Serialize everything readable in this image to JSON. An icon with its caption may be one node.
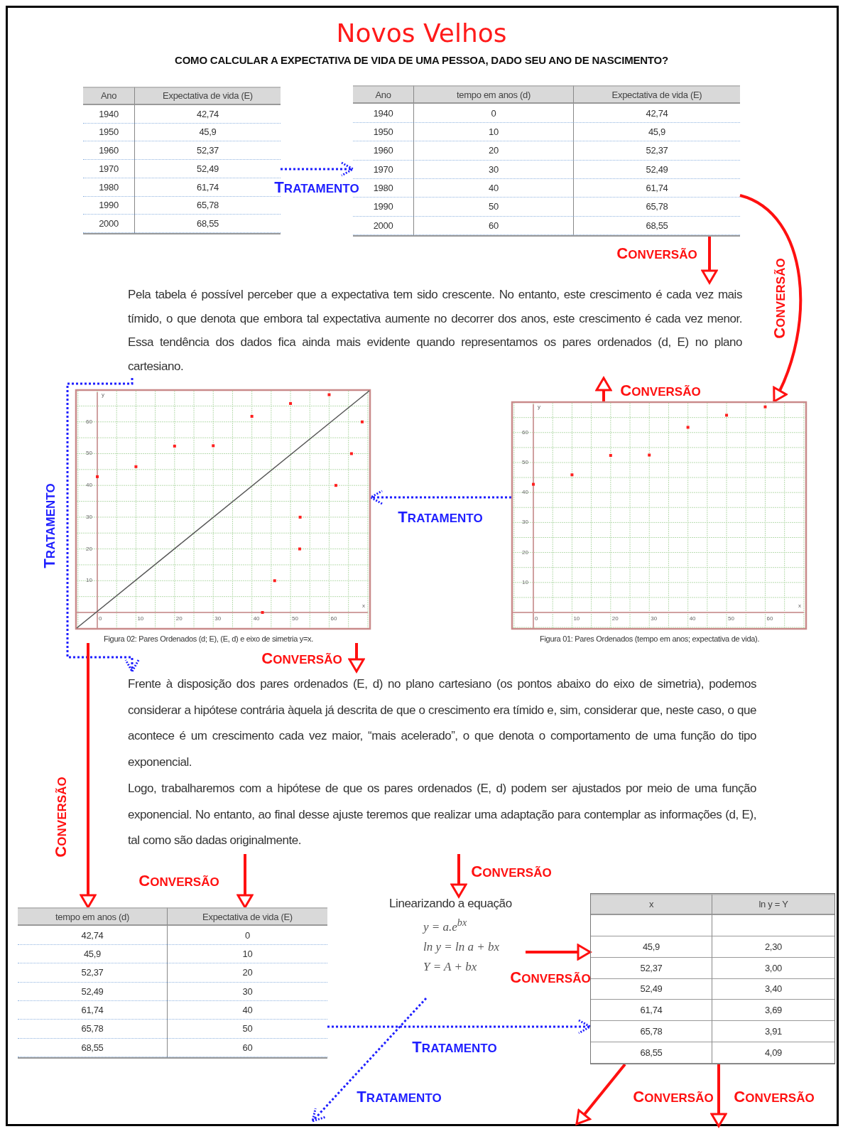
{
  "diagram": {
    "title": "Novos Velhos",
    "nodes": [
      {
        "text": [
          "Ano",
          "Expectativa de vida (E)",
          "1940",
          "42,74",
          "1950",
          "45,9",
          "1960",
          "52,37",
          "1970",
          "52,49",
          "1980",
          "61,74",
          "1990",
          "65,78",
          "2000",
          "68,55"
        ]
      },
      {
        "text": [
          "Ano",
          "tempo em anos (d)",
          "Expectativa de vida (E)",
          "1940",
          "0",
          "42,74",
          "1950",
          "10",
          "45,9",
          "1960",
          "20",
          "52,37",
          "1970",
          "30",
          "52,49",
          "1980",
          "40",
          "61,74",
          "1990",
          "50",
          "65,78",
          "2000",
          "60",
          "68,55"
        ]
      },
      {
        "text": [
          "Pela tabela é possível perceber que a expectativa tem sido crescente. No entanto, este crescimento é cada vez mais tímido, o que denota que embora tal expectativa aumente no decorrer dos anos, este crescimento é cada vez menor. Essa tendência dos dados fica ainda mais evidente quando representamos os pares ordenados (d, E) no plano cartesiano."
        ]
      },
      {
        "text": [
          "Figura 02: Pares Ordenados (d; E), (E, d) e eixo de simetria y=x."
        ]
      },
      {
        "text": [
          "Figura 01: Pares Ordenados (tempo em anos; expectativa de vida)."
        ]
      },
      {
        "text": [
          "Frente à disposição dos pares ordenados (E, d) no plano cartesiano (os pontos abaixo do eixo de simetria), podemos considerar a hipótese contrária àquela já descrita de que o crescimento era tímido e, sim, considerar que, neste caso, o que acontece é um crescimento cada vez maior, “mais acelerado”, o que denota o comportamento de uma função do tipo exponencial."
        ]
      },
      {
        "text": [
          "Logo, trabalharemos com a hipótese de que os pares ordenados (E, d) podem ser ajustados por meio de uma função exponencial. No entanto, ao final desse ajuste teremos que realizar uma adaptação para contemplar as informações (d, E), tal como são dadas originalmente."
        ]
      },
      {
        "text": [
          "tempo em anos (d)",
          "Expectativa de vida (E)",
          "42,74",
          "0",
          "45,9",
          "10",
          "52,37",
          "20",
          "52,49",
          "30",
          "61,74",
          "40",
          "65,78",
          "50",
          "68,55",
          "60"
        ]
      },
      {
        "text": [
          "Linearizando a equação",
          "y = a.e$^{bx}$",
          "ln y = ln a + bx",
          "Y = A + bx"
        ]
      },
      {
        "text": [
          "x",
          "ln y = Y",
          "45,9",
          "2,30",
          "52,37",
          "3,00",
          "52,49",
          "3,40",
          "61,74",
          "3,69",
          "65,78",
          "3,91",
          "68,55",
          "4,09"
        ]
      }
    ],
    "edges": [
      {
        "from": 0,
        "to": 1,
        "arrow": "to",
        "label": "TRATAMENTO",
        "style": "dashed",
        "color": "#1f1fff"
      },
      {
        "from": 1,
        "to": 2,
        "arrow": "to",
        "label": "CONVERSÃO"
      },
      {
        "from": 1,
        "to": 4,
        "arrow": "to",
        "label": "CONVERSÃO"
      },
      {
        "from": 4,
        "to": 2,
        "arrow": "to",
        "label": "CONVERSÃO"
      },
      {
        "from": 4,
        "to": 3,
        "arrow": "to",
        "label": "TRATAMENTO",
        "style": "dashed",
        "color": "#1f1fff"
      },
      {
        "from": 3,
        "to": 5,
        "arrow": "to",
        "label": "CONVERSÃO"
      },
      {
        "from": 2,
        "to": 5,
        "arrow": "to",
        "label": "TRATAMENTO",
        "style": "dashed",
        "color": "#1f1fff"
      },
      {
        "from": 3,
        "to": 7,
        "arrow": "to",
        "label": "CONVERSÃO"
      },
      {
        "from": 6,
        "to": 7,
        "arrow": "to",
        "label": "CONVERSÃO"
      },
      {
        "from": 6,
        "to": 8,
        "arrow": "to",
        "label": "CONVERSÃO"
      },
      {
        "from": 8,
        "to": 9,
        "arrow": "to",
        "label": "CONVERSÃO"
      },
      {
        "from": 7,
        "to": 9,
        "arrow": "to",
        "label": "TRATAMENTO",
        "style": "dashed",
        "color": "#1f1fff"
      },
      {
        "from": 8,
        "to": null,
        "arrow": "to",
        "label": "TRATAMENTO",
        "style": "dashed",
        "color": "#1f1fff"
      },
      {
        "from": 9,
        "to": null,
        "arrow": "to",
        "label": "CONVERSÃO"
      },
      {
        "from": 9,
        "to": null,
        "arrow": "to",
        "label": "CONVERSÃO"
      }
    ],
    "labels": [
      "COMO CALCULAR A EXPECTATIVA DE VIDA DE UMA PESSOA, DADO SEU ANO DE NASCIMENTO?",
      "y",
      "60",
      "50",
      "40",
      "30",
      "20",
      "10",
      "0",
      "10",
      "20",
      "30",
      "40",
      "50",
      "60",
      "x",
      "y",
      "60",
      "50",
      "40",
      "30",
      "20",
      "10",
      "0",
      "10",
      "20",
      "30",
      "40",
      "50",
      "60",
      "x"
    ]
  }
}
